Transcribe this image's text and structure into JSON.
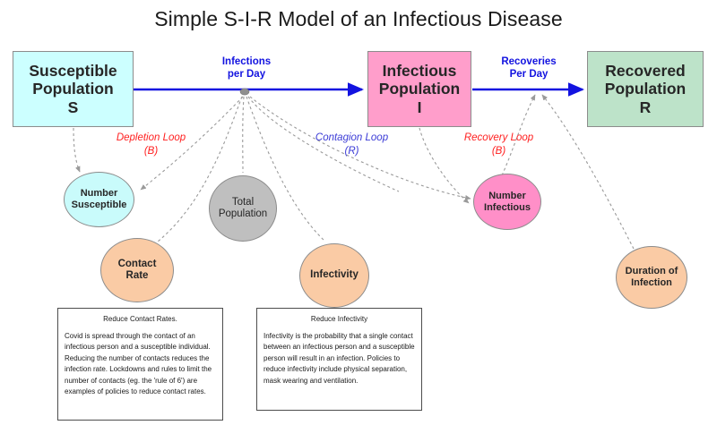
{
  "title": "Simple S-I-R Model of an Infectious Disease",
  "colors": {
    "susceptible_fill": "#CCFFFF",
    "infectious_fill": "#FF9ECB",
    "recovered_fill": "#BDE3C9",
    "number_susceptible_fill": "#C9FBFB",
    "total_population_fill": "#BFBFBF",
    "contact_rate_fill": "#FACBA5",
    "infectivity_fill": "#FACBA5",
    "number_infectious_fill": "#FF8FC8",
    "duration_fill": "#FACBA5",
    "flow_arrow": "#1313E0",
    "balancing_loop_text": "#FF2020",
    "reinforcing_loop_text": "#3B3BD6",
    "connector": "#9a9a9a"
  },
  "stocks": [
    {
      "id": "S",
      "line1": "Susceptible",
      "line2": "Population",
      "line3": "S"
    },
    {
      "id": "I",
      "line1": "Infectious",
      "line2": "Population",
      "line3": "I"
    },
    {
      "id": "R",
      "line1": "Recovered",
      "line2": "Population",
      "line3": "R"
    }
  ],
  "flows": [
    {
      "id": "infections",
      "line1": "Infections",
      "line2": "per Day"
    },
    {
      "id": "recoveries",
      "line1": "Recoveries",
      "line2": "Per Day"
    }
  ],
  "loops": [
    {
      "id": "depletion",
      "name": "Depletion Loop",
      "polarity": "(B)",
      "type": "balancing"
    },
    {
      "id": "contagion",
      "name": "Contagion Loop",
      "polarity": "(R)",
      "type": "reinforcing"
    },
    {
      "id": "recovery",
      "name": "Recovery Loop",
      "polarity": "(B)",
      "type": "balancing"
    }
  ],
  "variables": [
    {
      "id": "number-susceptible",
      "line1": "Number",
      "line2": "Susceptible"
    },
    {
      "id": "total-population",
      "line1": "Total",
      "line2": "Population"
    },
    {
      "id": "contact-rate",
      "line1": "Contact",
      "line2": "Rate"
    },
    {
      "id": "infectivity",
      "line1": "Infectivity",
      "line2": ""
    },
    {
      "id": "number-infectious",
      "line1": "Number",
      "line2": "Infectious"
    },
    {
      "id": "duration-infection",
      "line1": "Duration of",
      "line2": "Infection"
    }
  ],
  "notes": [
    {
      "id": "contact-rate",
      "title": "Reduce Contact Rates.",
      "body": "Covid is spread through the contact of an infectious person and a susceptible individual.  Reducing the number of contacts reduces the infection rate. Lockdowns and rules to limit the number of contacts (eg. the 'rule of 6') are examples of policies to reduce contact rates."
    },
    {
      "id": "infectivity",
      "title": "Reduce Infectivity",
      "body": "Infectivity is the probability that a single contact between an infectious person and a susceptible person will result in an infection. Policies to reduce infectivity include physical separation, mask wearing and ventilation."
    }
  ]
}
